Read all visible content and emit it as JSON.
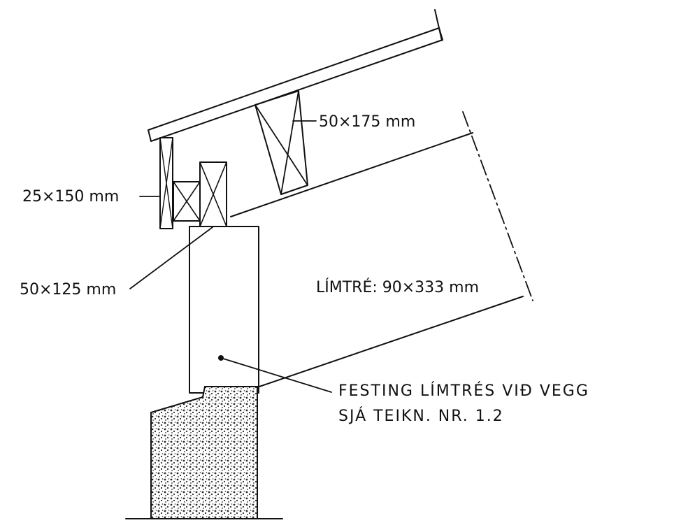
{
  "labels": {
    "rafter": "50×175 mm",
    "fascia": "25×150 mm",
    "wallplate": "50×125 mm",
    "beam": "LÍMTRÉ: 90×333 mm",
    "note_line1": "FESTING LÍMTRÉS VIÐ VEGG",
    "note_line2": "SJÁ TEIKN. NR. 1.2"
  },
  "colors": {
    "ink": "#111111",
    "paper": "#ffffff",
    "hatch": "#2a2a2a"
  }
}
